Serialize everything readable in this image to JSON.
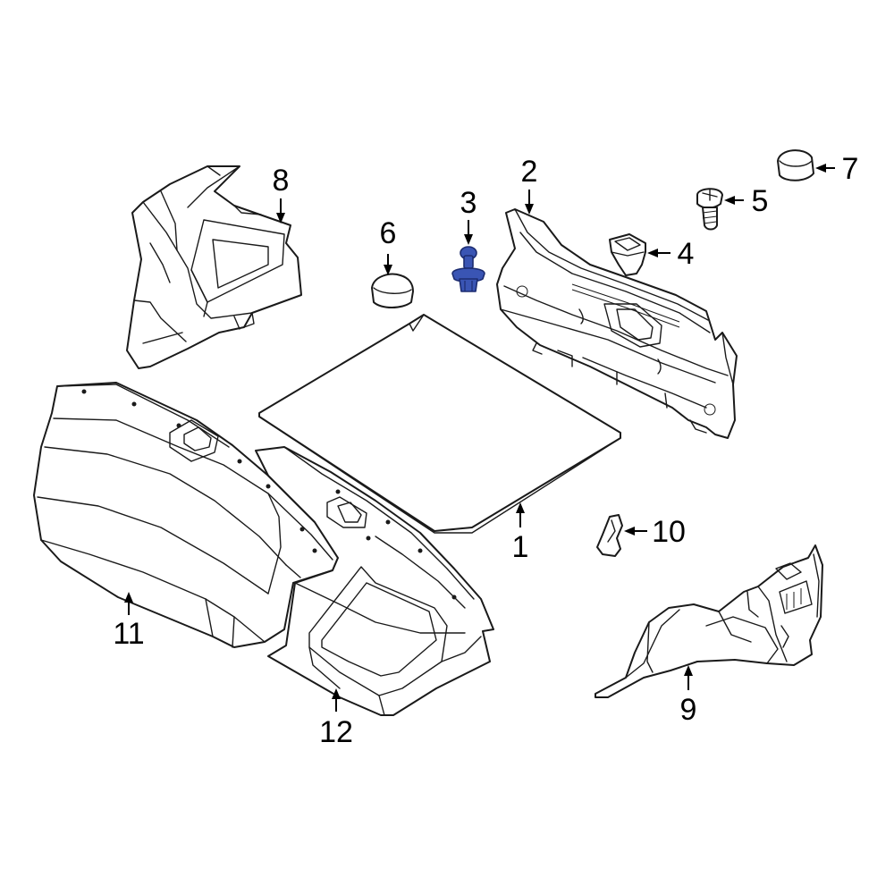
{
  "diagram": {
    "highlight_color": "#3a55b4",
    "line_color": "#1a1a1a",
    "callouts": [
      {
        "id": "1",
        "label": "1"
      },
      {
        "id": "2",
        "label": "2"
      },
      {
        "id": "3",
        "label": "3"
      },
      {
        "id": "4",
        "label": "4"
      },
      {
        "id": "5",
        "label": "5"
      },
      {
        "id": "6",
        "label": "6"
      },
      {
        "id": "7",
        "label": "7"
      },
      {
        "id": "8",
        "label": "8"
      },
      {
        "id": "9",
        "label": "9"
      },
      {
        "id": "10",
        "label": "10"
      },
      {
        "id": "11",
        "label": "11"
      },
      {
        "id": "12",
        "label": "12"
      }
    ],
    "highlighted_part": "3"
  }
}
